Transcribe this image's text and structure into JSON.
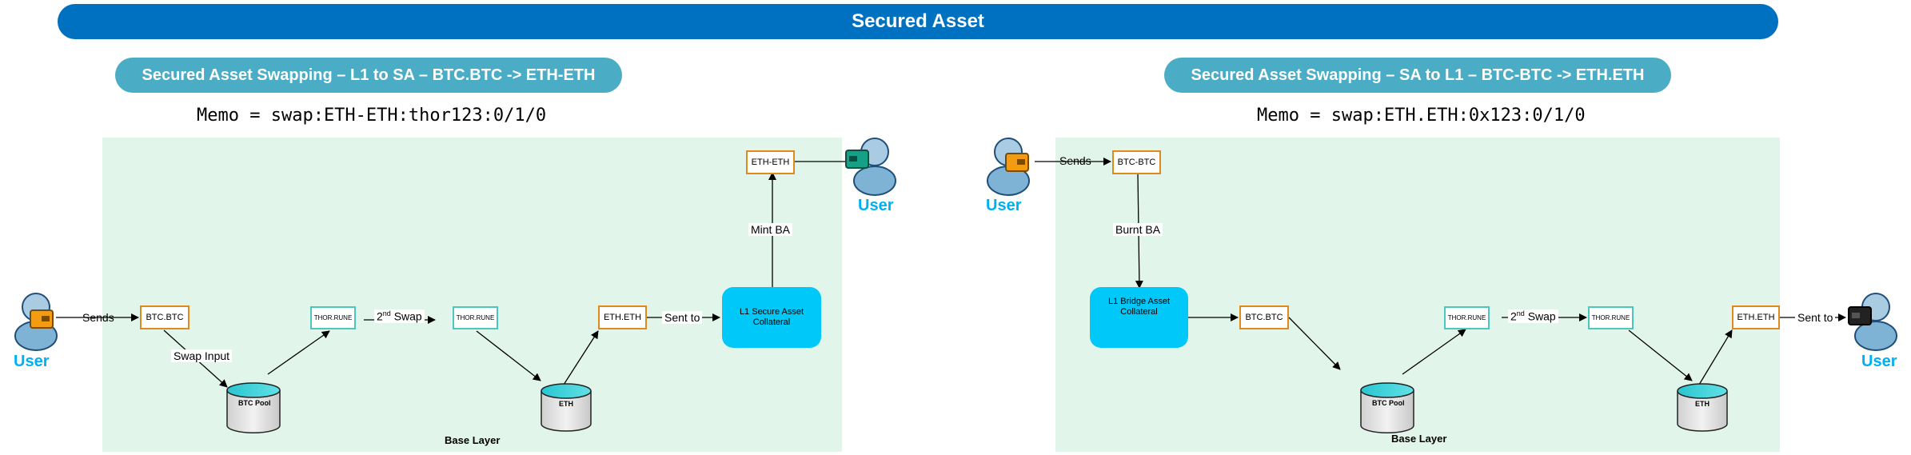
{
  "banner": {
    "title": "Secured Asset"
  },
  "left": {
    "title": "Secured Asset Swapping – L1 to SA – BTC.BTC -> ETH-ETH",
    "memo": "Memo = swap:ETH-ETH:thor123:0/1/0",
    "base_label": "Base Layer",
    "user_left_label": "User",
    "user_right_label": "User",
    "box_btc": "BTC.BTC",
    "box_rune1": "THOR.RUNE",
    "box_rune2": "THOR.RUNE",
    "box_eth": "ETH.ETH",
    "box_eth_eth": "ETH-ETH",
    "pool_btc": "BTC Pool",
    "pool_eth": "ETH",
    "collateral_line1": "L1 Secure Asset",
    "collateral_line2": "Collateral",
    "edge_sends": "Sends",
    "edge_swap_input": "Swap Input",
    "edge_second_swap_pre": "2",
    "edge_second_swap_sup": "nd",
    "edge_second_swap_post": " Swap",
    "edge_sent_to": "Sent to",
    "edge_mint": "Mint BA"
  },
  "right": {
    "title": "Secured Asset Swapping – SA to L1 – BTC-BTC -> ETH.ETH",
    "memo": "Memo = swap:ETH.ETH:0x123:0/1/0",
    "base_label": "Base Layer",
    "user_left_label": "User",
    "user_right_label": "User",
    "box_btc_btc": "BTC-BTC",
    "box_btc": "BTC.BTC",
    "box_rune1": "THOR.RUNE",
    "box_rune2": "THOR.RUNE",
    "box_eth": "ETH.ETH",
    "pool_btc": "BTC Pool",
    "pool_eth": "ETH",
    "collateral_line1": "L1 Bridge Asset",
    "collateral_line2": "Collateral",
    "edge_sends": "Sends",
    "edge_burnt": "Burnt BA",
    "edge_second_swap_pre": "2",
    "edge_second_swap_sup": "nd",
    "edge_second_swap_post": " Swap",
    "edge_sent_to": "Sent to"
  },
  "colors": {
    "banner": "#0070c0",
    "subtitle": "#4bacc6",
    "panel": "#e2f5ea",
    "orange_border": "#e08a1e",
    "teal_border": "#4bc7c0",
    "collateral": "#00c8f8",
    "user_label": "#00b0f0"
  }
}
